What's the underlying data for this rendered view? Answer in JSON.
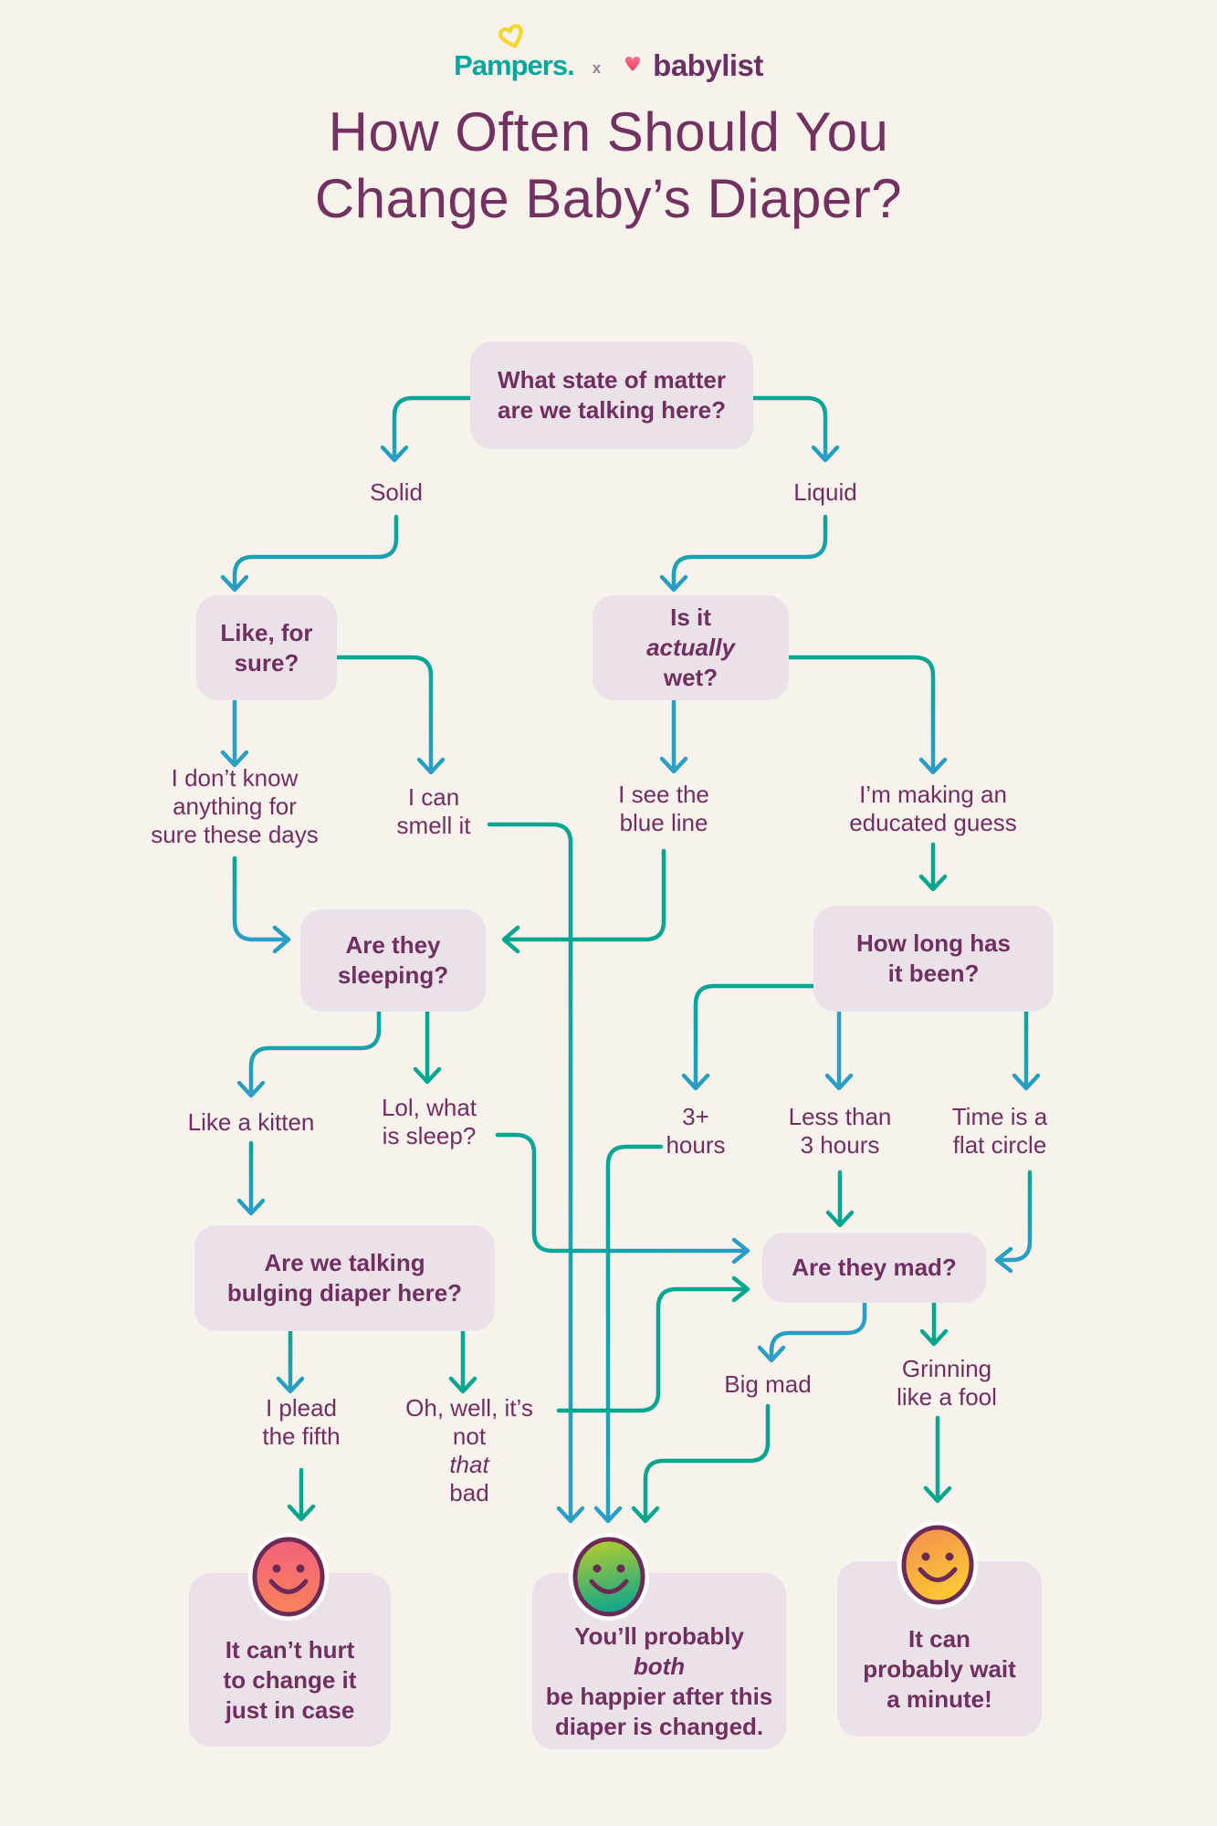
{
  "header": {
    "pampers": "Pampers.",
    "separator": "x",
    "babylist": "babylist"
  },
  "title": {
    "line1": "How Often Should You",
    "line2": "Change Baby’s Diaper?"
  },
  "nodes": {
    "state_matter": {
      "line1": "What state of matter",
      "line2": "are we talking here?"
    },
    "for_sure": {
      "line1": "Like, for",
      "line2": "sure?"
    },
    "actually_wet": {
      "line1_pre": "Is it ",
      "line1_italic": "actually",
      "line2": "wet?"
    },
    "sleeping": {
      "line1": "Are they",
      "line2": "sleeping?"
    },
    "how_long": {
      "line1": "How long has",
      "line2": "it been?"
    },
    "bulging": {
      "line1": "Are we talking",
      "line2": "bulging diaper here?"
    },
    "mad": {
      "label": "Are they mad?"
    }
  },
  "labels": {
    "solid": "Solid",
    "liquid": "Liquid",
    "dont_know": {
      "line1": "I don’t know",
      "line2": "anything for",
      "line3": "sure these days"
    },
    "smell": {
      "line1": "I can",
      "line2": "smell it"
    },
    "blue_line": {
      "line1": "I see the",
      "line2": "blue line"
    },
    "educated_guess": {
      "line1": "I’m making an",
      "line2": "educated guess"
    },
    "kitten": "Like a kitten",
    "lol_sleep": {
      "line1": "Lol, what",
      "line2": "is sleep?"
    },
    "three_plus": {
      "line1": "3+",
      "line2": "hours"
    },
    "less_than": {
      "line1": "Less than",
      "line2": "3 hours"
    },
    "flat_circle": {
      "line1": "Time is a",
      "line2": "flat circle"
    },
    "plead": {
      "line1": "I plead",
      "line2": "the fifth"
    },
    "oh_well": {
      "line1": "Oh, well, it’s",
      "line2_pre": "not ",
      "line2_italic": "that",
      "line2_post": " bad"
    },
    "big_mad": "Big mad",
    "grinning": {
      "line1": "Grinning",
      "line2": "like a fool"
    }
  },
  "outcomes": {
    "change_it": {
      "line1": "It can’t hurt",
      "line2": "to change it",
      "line3": "just in case"
    },
    "both_happier": {
      "line1_pre": "You’ll probably ",
      "line1_italic": "both",
      "line2": "be happier after this",
      "line3": "diaper is changed."
    },
    "can_wait": {
      "line1": "It can",
      "line2": "probably wait",
      "line3": "a minute!"
    }
  },
  "colors": {
    "background": "#F8F2ED",
    "box_fill": "#EAE2E8",
    "text_purple": "#712F60",
    "title_purple": "#72315F",
    "line_teal": "#00A78E",
    "line_blue": "#2B9EC6",
    "pampers_teal": "#00A79B",
    "pampers_heart_yellow": "#F5D733",
    "babylist_purple": "#6B2F62",
    "babylist_heart_pink": "#F3516C",
    "smiley_outline": "#6C2A57",
    "smiley_pink_gradient": [
      "#F4617B",
      "#F7835A"
    ],
    "smiley_green_gradient": [
      "#BACD2A",
      "#0FA78C"
    ],
    "smiley_orange_gradient": [
      "#F2904E",
      "#FECB32"
    ]
  }
}
